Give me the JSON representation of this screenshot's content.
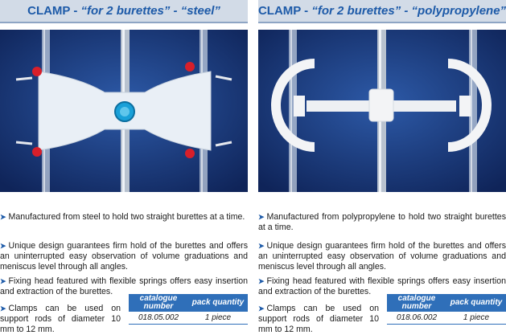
{
  "columns": [
    {
      "title_prefix": "CLAMP - ",
      "title_italic": "“for 2 burettes” - “steel”",
      "image_alt": "steel clamp for 2 burettes",
      "bullets": [
        "Manufactured from steel to hold two straight burettes at a time.",
        "Unique design guarantees firm hold of the burettes and offers an uninterrupted easy observation of volume graduations and meniscus level through all angles.",
        "Fixing head featured with flexible springs offers easy insertion and extraction of the burettes.",
        "Clamps can be used on support rods of diameter 10 mm to 12 mm."
      ],
      "catalogue_header": "catalogue number",
      "pack_header": "pack quantity",
      "catalogue_number": "018.05.002",
      "pack_quantity": "1 piece"
    },
    {
      "title_prefix": "CLAMP - ",
      "title_italic": "“for 2 burettes” - “polypropylene”",
      "image_alt": "polypropylene clamp for 2 burettes",
      "bullets": [
        "Manufactured from polypropylene to hold two straight burettes at a time.",
        "Unique design guarantees firm hold of the burettes and offers an uninterrupted easy observation of volume graduations and meniscus level through all angles.",
        "Fixing head featured with flexible springs offers easy insertion and extraction of the burettes.",
        "Clamps can be used on support rods of diameter 10 mm to 12 mm."
      ],
      "catalogue_header": "catalogue number",
      "pack_header": "pack quantity",
      "catalogue_number": "018.06.002",
      "pack_quantity": "1 piece"
    }
  ],
  "colors": {
    "header_bg": "#d2dbe7",
    "header_text": "#1d5aa8",
    "photo_bg": "#1b3a7c",
    "table_head": "#2f6fb9"
  },
  "icons": {
    "bullet": "triangle-right-icon"
  }
}
